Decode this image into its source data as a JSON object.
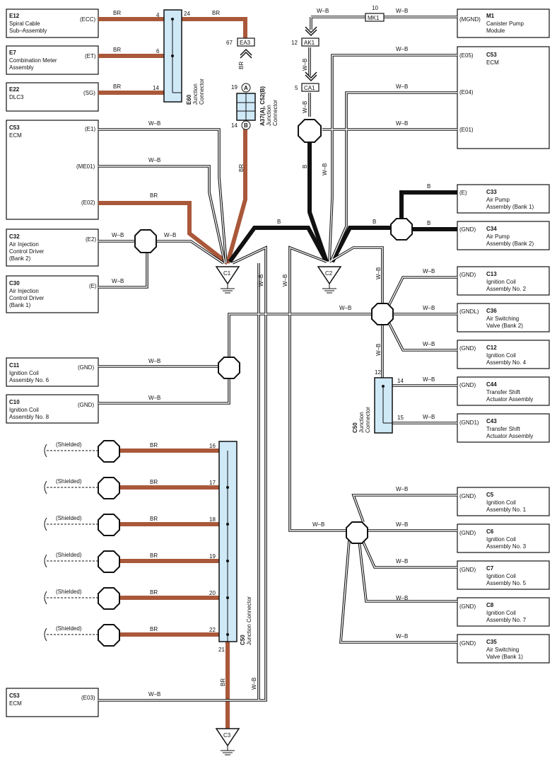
{
  "components": [
    {
      "id": "E12",
      "name": "Spiral Cable Sub-Assembly",
      "terminal": "(ECC)"
    },
    {
      "id": "E7",
      "name": "Combination Meter Assembly",
      "terminal": "(ET)"
    },
    {
      "id": "E22",
      "name": "DLC3",
      "terminal": "(SG)"
    },
    {
      "id": "C53",
      "name": "ECM",
      "terminals": [
        "(E1)",
        "(ME01)",
        "(E02)"
      ]
    },
    {
      "id": "C32",
      "name": "Air Injection Control Driver (Bank 2)",
      "terminal": "(E2)"
    },
    {
      "id": "C30",
      "name": "Air Injection Control Driver (Bank 1)",
      "terminal": "(E)"
    },
    {
      "id": "C11",
      "name": "Ignition Coil Assembly No. 6",
      "terminal": "(GND)"
    },
    {
      "id": "C10",
      "name": "Ignition Coil Assembly No. 8",
      "terminal": "(GND)"
    },
    {
      "id": "C53",
      "name": "ECM",
      "terminal": "(E03)"
    },
    {
      "id": "M1",
      "name": "Canister Pump Module",
      "terminal": "(MGND)"
    },
    {
      "id": "C53",
      "name": "ECM",
      "terminals": [
        "(E05)",
        "(E04)",
        "(E01)"
      ]
    },
    {
      "id": "C33",
      "name": "Air Pump Assembly (Bank 1)",
      "terminal": "(E)"
    },
    {
      "id": "C34",
      "name": "Air Pump Assembly (Bank 2)",
      "terminal": "(GND)"
    },
    {
      "id": "C13",
      "name": "Ignition Coil Assembly No. 2",
      "terminal": "(GND)"
    },
    {
      "id": "C36",
      "name": "Air Switching Valve (Bank 2)",
      "terminal": "(GNDL)"
    },
    {
      "id": "C12",
      "name": "Ignition Coil Assembly No. 4",
      "terminal": "(GND)"
    },
    {
      "id": "C44",
      "name": "Transfer Shift Actuator Assembly",
      "terminal": "(GND)"
    },
    {
      "id": "C43",
      "name": "Transfer Shift Actuator Assembly",
      "terminal": "(GND1)"
    },
    {
      "id": "C5",
      "name": "Ignition Coil Assembly No. 1",
      "terminal": "(GND)"
    },
    {
      "id": "C6",
      "name": "Ignition Coil Assembly No. 3",
      "terminal": "(GND)"
    },
    {
      "id": "C7",
      "name": "Ignition Coil Assembly No. 5",
      "terminal": "(GND)"
    },
    {
      "id": "C8",
      "name": "Ignition Coil Assembly No. 7",
      "terminal": "(GND)"
    },
    {
      "id": "C35",
      "name": "Air Switching Valve (Bank 1)",
      "terminal": "(GND)"
    }
  ],
  "junctions": {
    "e60": {
      "id": "E60",
      "label": "Junction Connector",
      "pins": [
        "4",
        "6",
        "14",
        "24"
      ]
    },
    "a37": {
      "id": "A37(A), C52(B)",
      "label": "Junction Connector",
      "pins": [
        "19",
        "14"
      ],
      "letters": [
        "A",
        "B"
      ]
    },
    "c50a": {
      "id": "C50",
      "label": "Junction Connector",
      "pins": [
        "12",
        "14",
        "15"
      ]
    },
    "c50b": {
      "id": "C50",
      "label": "Junction Connector",
      "pins": [
        "16",
        "17",
        "18",
        "19",
        "20",
        "22",
        "21"
      ]
    }
  },
  "connectors": [
    "EA3",
    "AK1",
    "CA1",
    "MK1"
  ],
  "connector_pins": {
    "ea3": "67",
    "ak1": "12",
    "ca1": "5",
    "mk1": "10"
  },
  "grounds": [
    "C1",
    "C2",
    "C3"
  ],
  "wire_labels": {
    "br": "BR",
    "wb": "W–B",
    "b": "B"
  },
  "shielded": "(Shielded)"
}
